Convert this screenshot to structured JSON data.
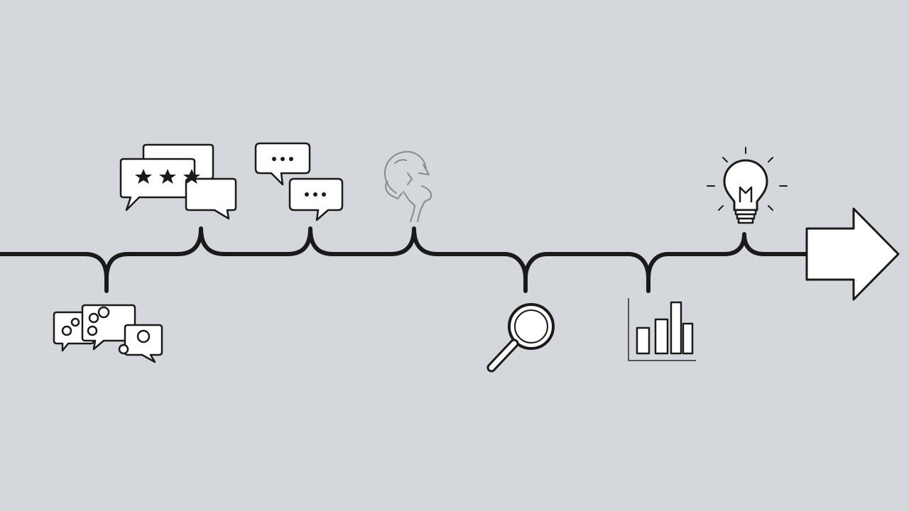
{
  "diagram": {
    "type": "timeline",
    "colors": {
      "background": "#d4d8dc",
      "line": "#1a1a1a",
      "fill": "#ffffff",
      "faint": "#8a8a8a"
    },
    "milestones": [
      {
        "icon": "chat-bubbles-circles-icon",
        "side": "below"
      },
      {
        "icon": "review-stars-bubbles-icon",
        "side": "above",
        "rating_stars": 3
      },
      {
        "icon": "speech-bubbles-ellipsis-icon",
        "side": "above"
      },
      {
        "icon": "refresh-head-icon",
        "side": "above"
      },
      {
        "icon": "magnifying-glass-icon",
        "side": "below"
      },
      {
        "icon": "bar-chart-icon",
        "side": "below"
      },
      {
        "icon": "lightbulb-icon",
        "side": "above"
      }
    ],
    "end_marker": "arrow-right-icon"
  }
}
